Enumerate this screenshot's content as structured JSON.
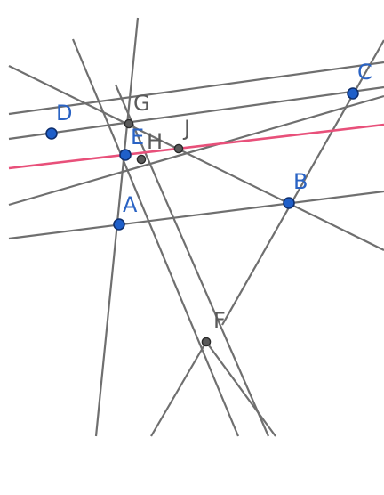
{
  "colors": {
    "free_point": "#1f5fc9",
    "dependent_point": "#5a5a5a",
    "line": "#6f6f6f",
    "highlight_line": "#e8507a",
    "free_label": "#2a63c4",
    "dependent_label": "#5a5a5a"
  },
  "points": [
    {
      "id": "A",
      "label": "A",
      "kind": "free"
    },
    {
      "id": "B",
      "label": "B",
      "kind": "free"
    },
    {
      "id": "C",
      "label": "C",
      "kind": "free"
    },
    {
      "id": "D",
      "label": "D",
      "kind": "free"
    },
    {
      "id": "E",
      "label": "E",
      "kind": "free"
    },
    {
      "id": "F",
      "label": "F",
      "kind": "dependent"
    },
    {
      "id": "G",
      "label": "G",
      "kind": "dependent"
    },
    {
      "id": "H",
      "label": "H",
      "kind": "dependent"
    },
    {
      "id": "J",
      "label": "J",
      "kind": "dependent"
    }
  ]
}
